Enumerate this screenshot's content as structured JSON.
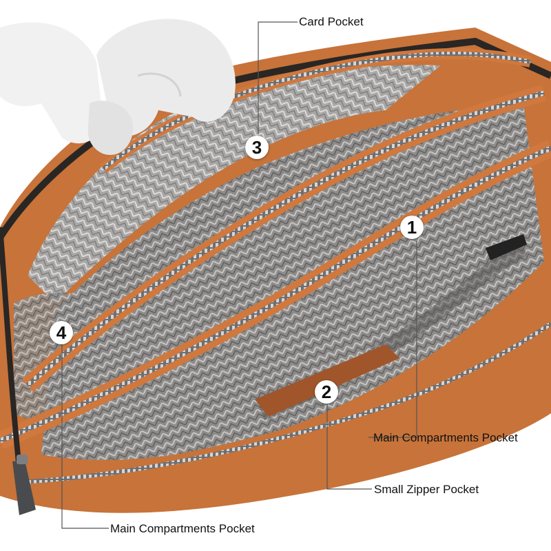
{
  "callouts": [
    {
      "number": "1",
      "label": "Main Compartments Pocket"
    },
    {
      "number": "2",
      "label": "Small Zipper Pocket"
    },
    {
      "number": "3",
      "label": "Card Pocket"
    },
    {
      "number": "4",
      "label": "Main Compartments Pocket"
    }
  ],
  "colors": {
    "leather": "#c7733a",
    "lining": "#9c9a98",
    "zipper_teeth": "#b9bcbf",
    "glove": "#f1f1f1"
  }
}
